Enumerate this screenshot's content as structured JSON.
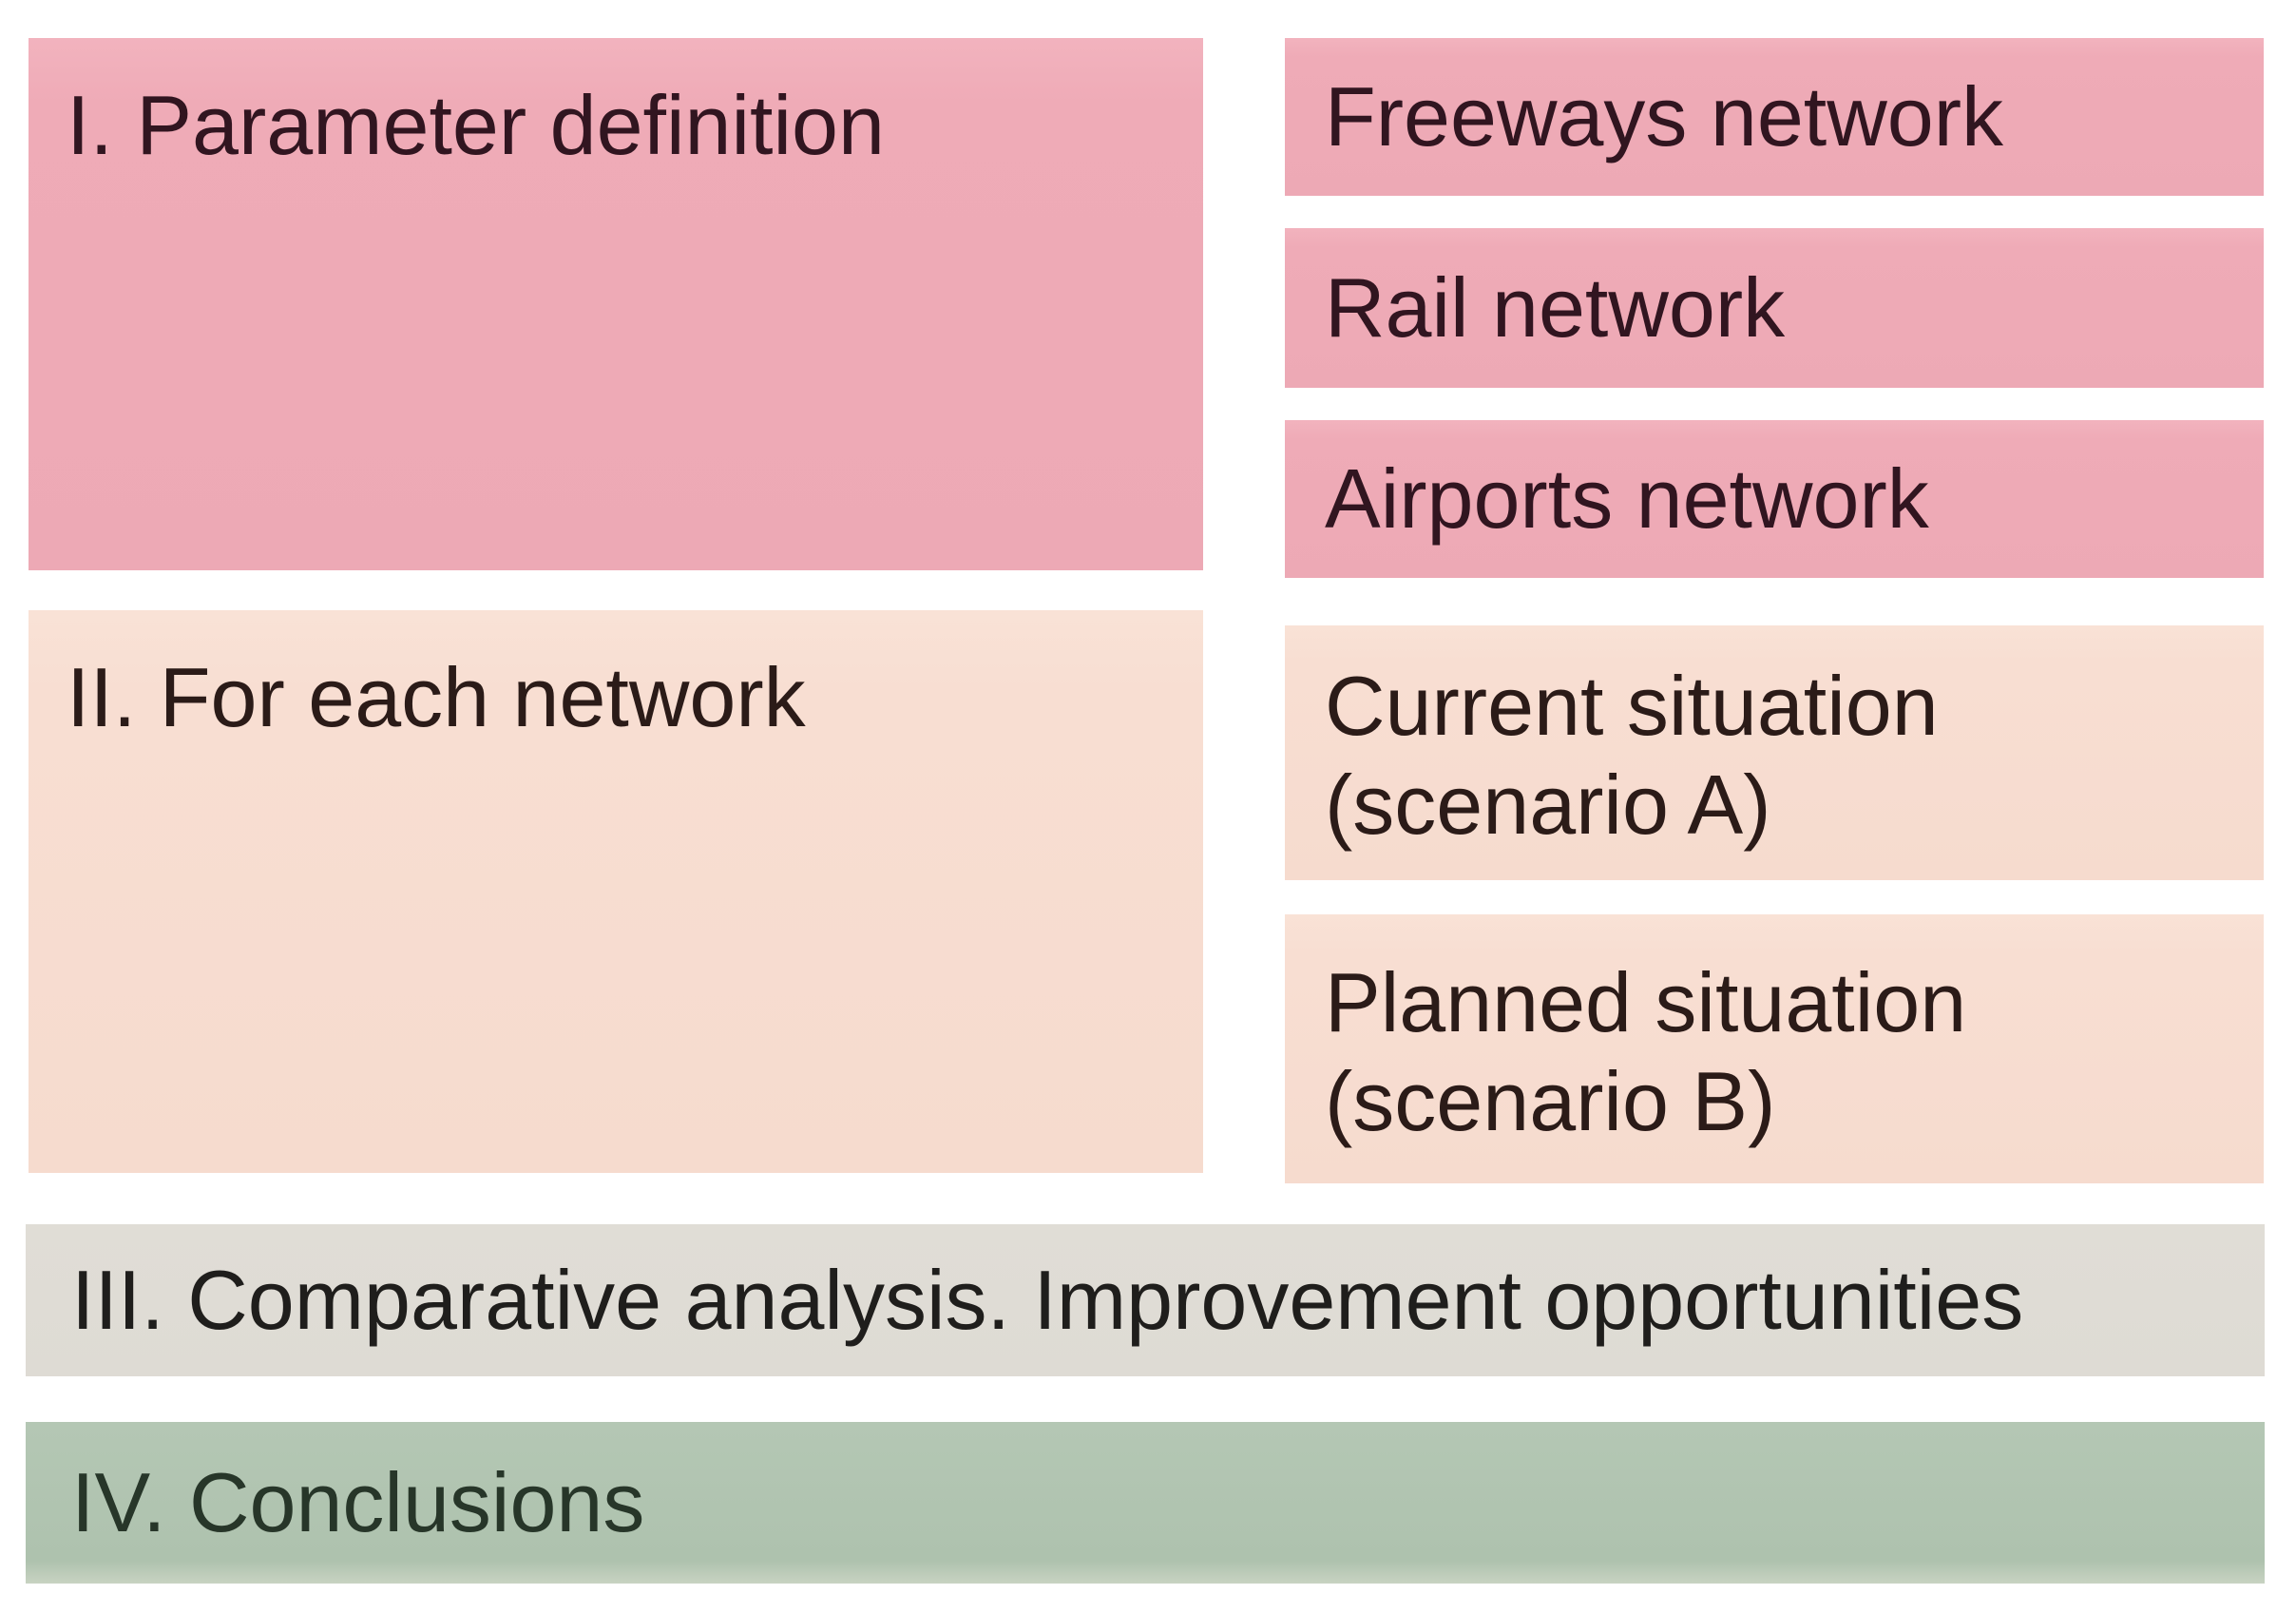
{
  "colors": {
    "pink": "#f0acb8",
    "peach": "#f8ded2",
    "beige": "#dedbd4",
    "green": "#b2c5b2",
    "pink_text": "#311520",
    "peach_text": "#2b1b18",
    "beige_text": "#1f1e1c",
    "green_text": "#273629"
  },
  "sections": {
    "one": {
      "title": "I. Parameter definition",
      "items": [
        "Freeways network",
        "Rail network",
        "Airports network"
      ]
    },
    "two": {
      "title": "II. For each network",
      "items": [
        "Current situation (scenario A)",
        "Planned situation (scenario B)"
      ]
    },
    "three": {
      "title": "III. Comparative analysis. Improvement opportunities"
    },
    "four": {
      "title": "IV. Conclusions"
    }
  }
}
